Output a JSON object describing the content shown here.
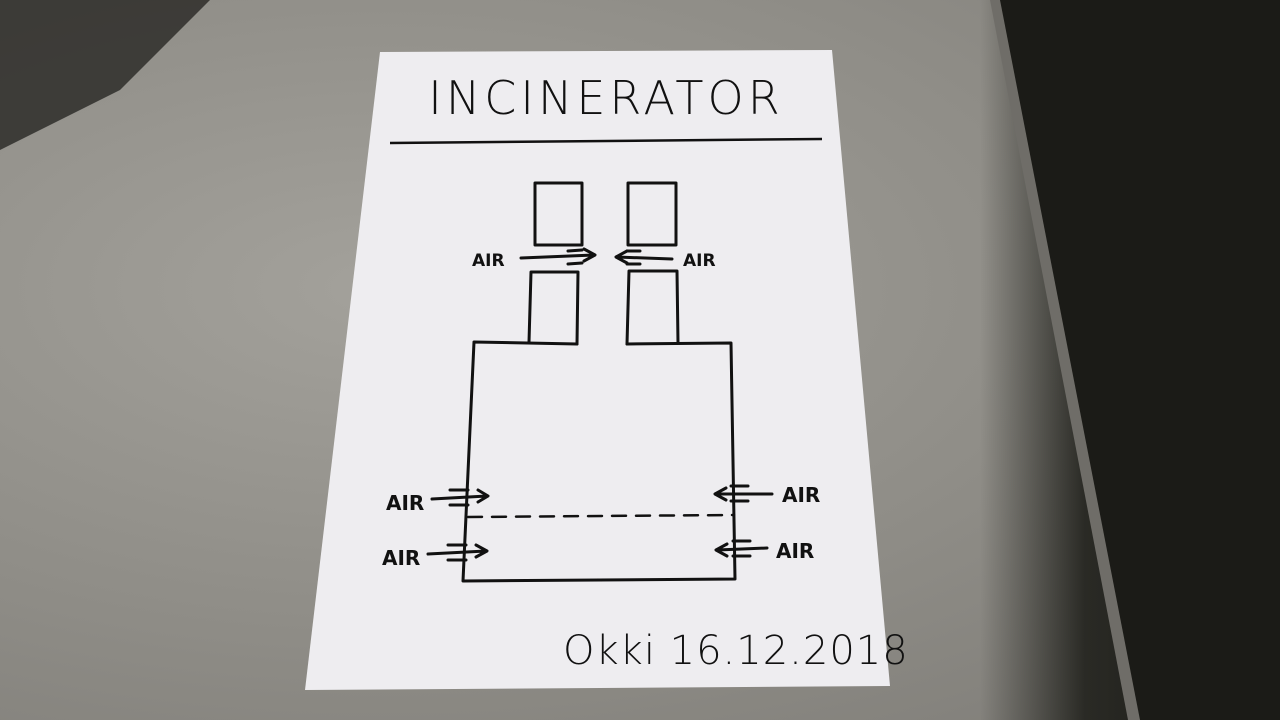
{
  "title": "INCINERATOR",
  "labels": {
    "air_top_left": "AIR",
    "air_top_right": "AIR",
    "air_upper_left": "AIR",
    "air_upper_right": "AIR",
    "air_lower_left": "AIR",
    "air_lower_right": "AIR"
  },
  "signature": "Okki 16.12.2018",
  "colors": {
    "ink": "#111111",
    "paper": "#eeedf0"
  }
}
